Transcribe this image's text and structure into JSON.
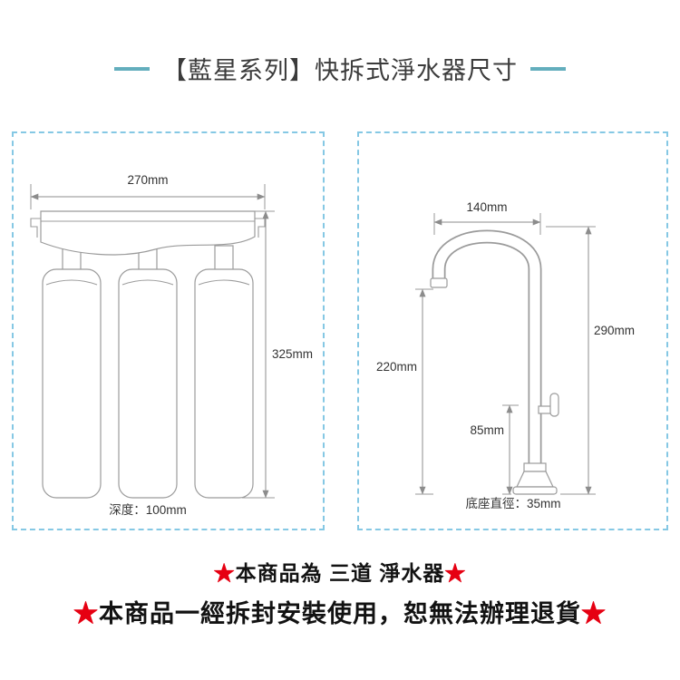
{
  "title": "【藍星系列】快拆式淨水器尺寸",
  "filter_panel": {
    "width_label": "270mm",
    "height_label": "325mm",
    "depth_label": "深度：100mm"
  },
  "faucet_panel": {
    "spout_width_label": "140mm",
    "total_height_label": "290mm",
    "spout_height_label": "220mm",
    "body_height_label": "85mm",
    "base_label": "底座直徑：35mm"
  },
  "footer": {
    "star": "★",
    "line1_text": "本商品為 三道 淨水器",
    "line2_text": "本商品一經拆封安裝使用，恕無法辦理退貨"
  }
}
